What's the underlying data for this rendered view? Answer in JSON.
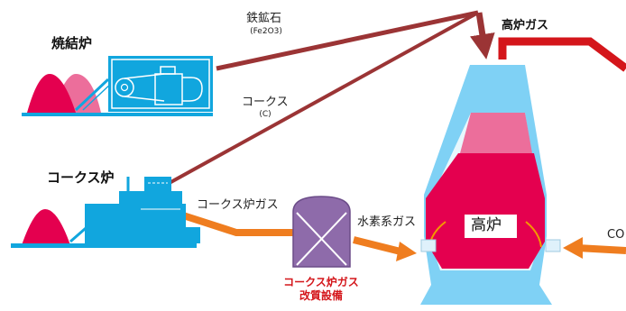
{
  "facilities": {
    "sinter_plant": "焼結炉",
    "coke_oven": "コークス炉",
    "blast_furnace": "高炉",
    "reformer": [
      "コークス炉ガス",
      "改質設備"
    ]
  },
  "flows": {
    "iron_ore": {
      "label": "鉄鉱石",
      "formula": "(Fe2O3)"
    },
    "coke": {
      "label": "コークス",
      "formula": "(C)"
    },
    "coke_oven_gas": "コークス炉ガス",
    "hydrogen_gas": "水素系ガス",
    "blast_furnace_gas": "高炉ガス",
    "co_partial": "CO"
  },
  "colors": {
    "equipment_blue": "#11a6de",
    "furnace_outer": "#7fd1f5",
    "molten_red": "#e4004f",
    "pink": "#ec6e9b",
    "feed_arrow": "#9b3435",
    "gas_arrow": "#ef7d1f",
    "purple": "#8e6baa",
    "label_red": "#d4161b"
  }
}
